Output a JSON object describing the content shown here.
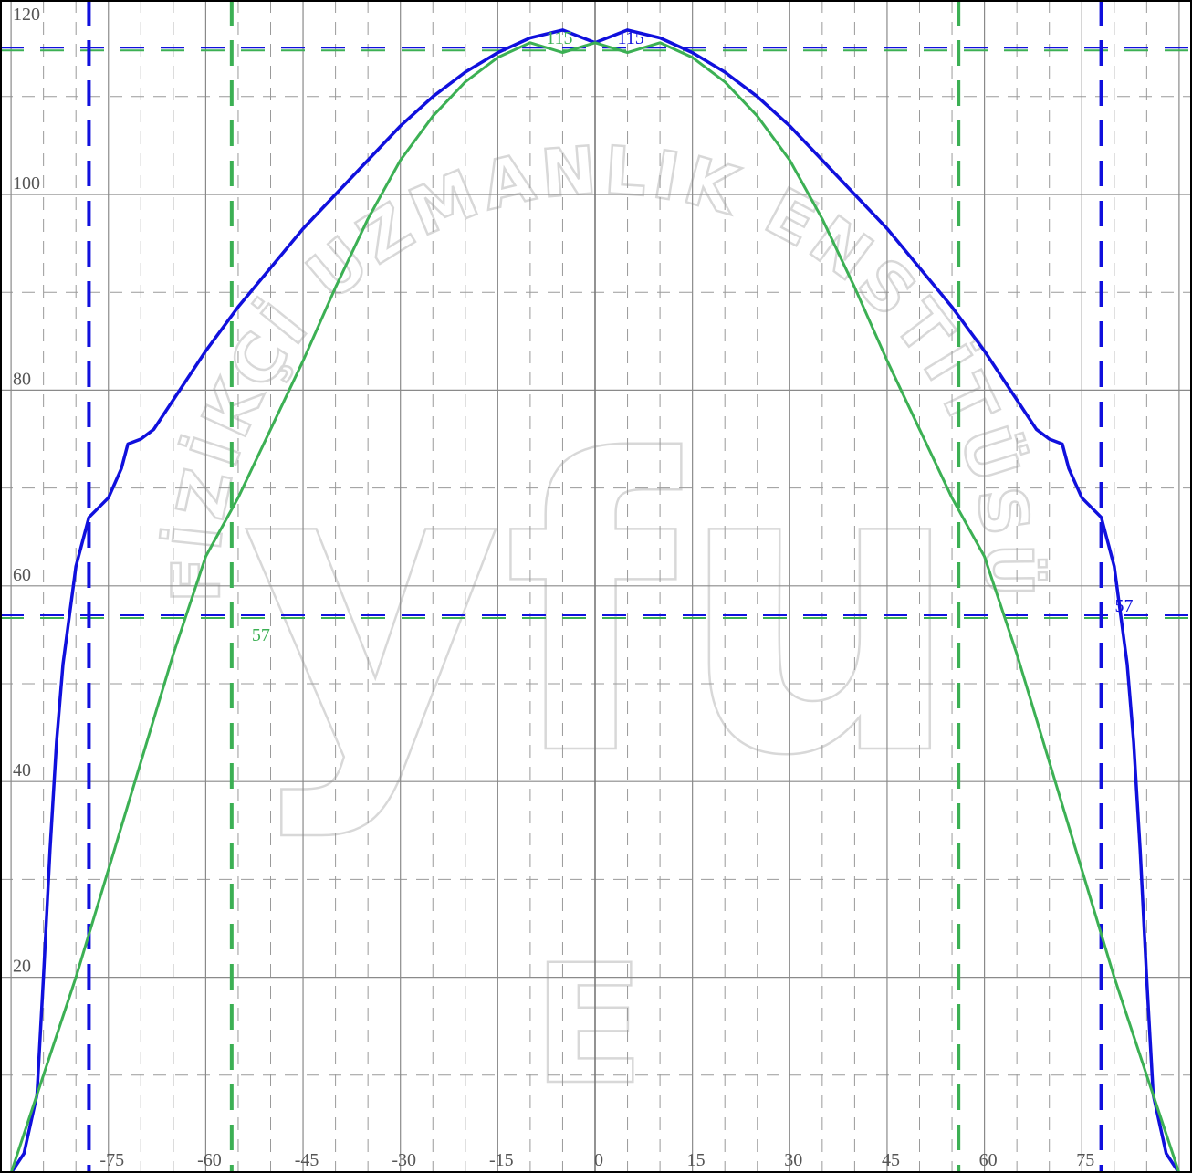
{
  "chart_data": {
    "type": "line",
    "title": "",
    "xlabel": "",
    "ylabel": "",
    "xlim": [
      -90,
      90
    ],
    "ylim": [
      0,
      120
    ],
    "x_ticks": [
      -75,
      -60,
      -45,
      -30,
      -15,
      0,
      15,
      30,
      45,
      60,
      75
    ],
    "y_ticks": [
      20,
      40,
      60,
      80,
      100,
      120
    ],
    "grid": true,
    "colors": {
      "blue": "#1010dd",
      "green": "#3cb054",
      "grid_major": "#8a8a8a",
      "grid_minor": "#9a9a9a"
    },
    "series": [
      {
        "color": "#1010dd",
        "points": [
          [
            -90,
            0
          ],
          [
            -88,
            2
          ],
          [
            -86,
            8
          ],
          [
            -85,
            20
          ],
          [
            -84,
            33
          ],
          [
            -83,
            44
          ],
          [
            -82,
            52
          ],
          [
            -81,
            57
          ],
          [
            -80,
            62
          ],
          [
            -78,
            67
          ],
          [
            -75,
            69
          ],
          [
            -73,
            72
          ],
          [
            -72,
            74.5
          ],
          [
            -70,
            75
          ],
          [
            -68,
            76
          ],
          [
            -65,
            79
          ],
          [
            -60,
            84
          ],
          [
            -55,
            88.5
          ],
          [
            -50,
            92.5
          ],
          [
            -45,
            96.5
          ],
          [
            -40,
            100
          ],
          [
            -35,
            103.5
          ],
          [
            -30,
            107
          ],
          [
            -25,
            110
          ],
          [
            -20,
            112.5
          ],
          [
            -15,
            114.5
          ],
          [
            -10,
            116
          ],
          [
            -5,
            116.8
          ],
          [
            0,
            115.5
          ],
          [
            5,
            116.8
          ],
          [
            10,
            116
          ],
          [
            15,
            114.5
          ],
          [
            20,
            112.5
          ],
          [
            25,
            110
          ],
          [
            30,
            107
          ],
          [
            35,
            103.5
          ],
          [
            40,
            100
          ],
          [
            45,
            96.5
          ],
          [
            50,
            92.5
          ],
          [
            55,
            88.5
          ],
          [
            60,
            84
          ],
          [
            65,
            79
          ],
          [
            68,
            76
          ],
          [
            70,
            75
          ],
          [
            72,
            74.5
          ],
          [
            73,
            72
          ],
          [
            75,
            69
          ],
          [
            78,
            67
          ],
          [
            80,
            62
          ],
          [
            81,
            57
          ],
          [
            82,
            52
          ],
          [
            83,
            44
          ],
          [
            84,
            33
          ],
          [
            85,
            20
          ],
          [
            86,
            8
          ],
          [
            88,
            2
          ],
          [
            90,
            0
          ]
        ]
      },
      {
        "color": "#3cb054",
        "points": [
          [
            -90,
            0
          ],
          [
            -85,
            10
          ],
          [
            -80,
            20
          ],
          [
            -75,
            31
          ],
          [
            -70,
            42
          ],
          [
            -65,
            53
          ],
          [
            -60,
            63
          ],
          [
            -55,
            69
          ],
          [
            -50,
            76
          ],
          [
            -45,
            83
          ],
          [
            -40,
            90.5
          ],
          [
            -35,
            97.5
          ],
          [
            -30,
            103.5
          ],
          [
            -25,
            108
          ],
          [
            -20,
            111.5
          ],
          [
            -15,
            114
          ],
          [
            -10,
            115.5
          ],
          [
            -5,
            114.5
          ],
          [
            0,
            115.5
          ],
          [
            5,
            114.5
          ],
          [
            10,
            115.5
          ],
          [
            15,
            114
          ],
          [
            20,
            111.5
          ],
          [
            25,
            108
          ],
          [
            30,
            103.5
          ],
          [
            35,
            97.5
          ],
          [
            40,
            90.5
          ],
          [
            45,
            83
          ],
          [
            50,
            76
          ],
          [
            55,
            69
          ],
          [
            60,
            63
          ],
          [
            65,
            53
          ],
          [
            70,
            42
          ],
          [
            75,
            31
          ],
          [
            80,
            20
          ],
          [
            85,
            10
          ],
          [
            90,
            0
          ]
        ]
      }
    ],
    "reference_lines": {
      "horizontal": [
        {
          "y": 115,
          "color": "#1010dd"
        },
        {
          "y": 115,
          "color": "#3cb054"
        },
        {
          "y": 57,
          "color": "#1010dd"
        },
        {
          "y": 57,
          "color": "#3cb054"
        }
      ],
      "vertical": [
        {
          "x": -78,
          "color": "#1010dd"
        },
        {
          "x": 78,
          "color": "#1010dd"
        },
        {
          "x": -56,
          "color": "#3cb054"
        },
        {
          "x": 56,
          "color": "#3cb054"
        }
      ]
    },
    "annotations": [
      {
        "text": "115",
        "x": -5.5,
        "y": 115,
        "color": "#3cb054"
      },
      {
        "text": "115",
        "x": 5.5,
        "y": 115,
        "color": "#1010dd"
      },
      {
        "text": "57",
        "x": -51.5,
        "y": 54,
        "color": "#3cb054"
      },
      {
        "text": "57",
        "x": 81.5,
        "y": 57,
        "color": "#1010dd"
      }
    ]
  },
  "watermark": {
    "arc_text": "FİZİKÇİ UZMANLIK ENSTİTÜSÜ",
    "center_text": "yfu",
    "bottom_text": "E"
  }
}
